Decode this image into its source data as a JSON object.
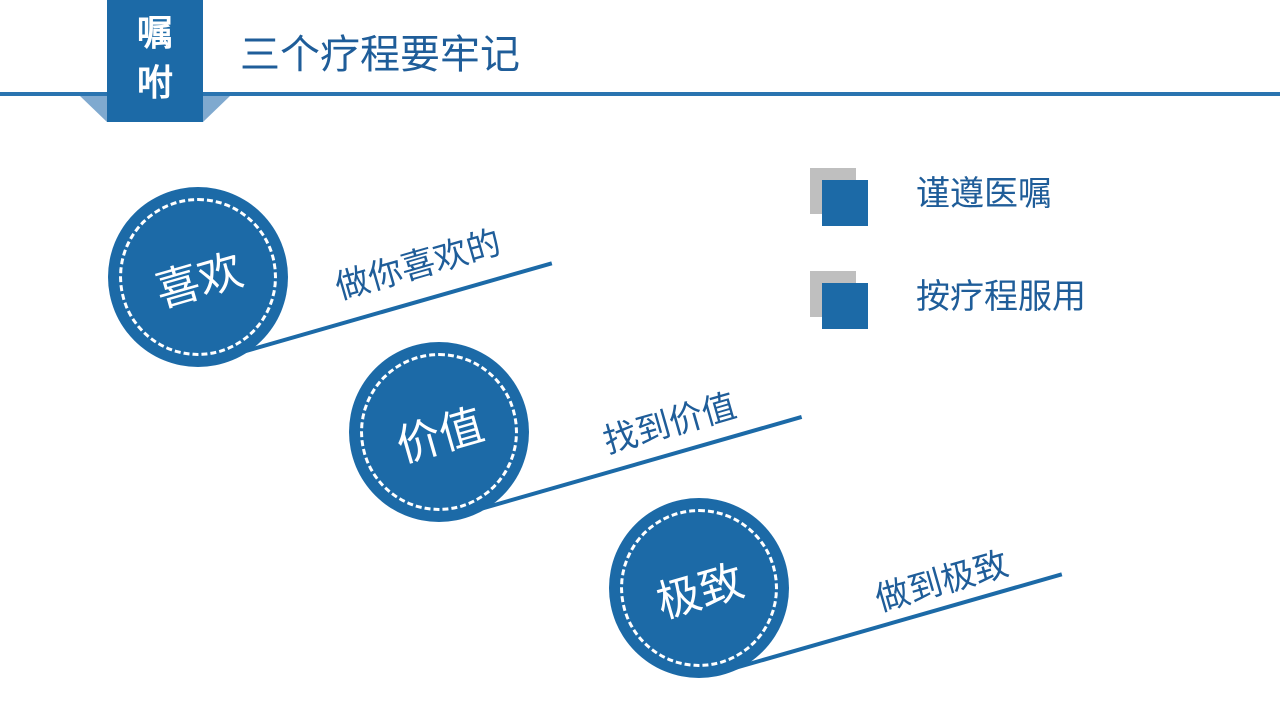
{
  "header": {
    "tab_chars": [
      "嘱",
      "咐"
    ],
    "title": "三个疗程要牢记"
  },
  "reminders": [
    {
      "label": "谨遵医嘱"
    },
    {
      "label": "按疗程服用"
    }
  ],
  "steps": [
    {
      "circle": "喜欢",
      "caption": "做你喜欢的"
    },
    {
      "circle": "价值",
      "caption": "找到价值"
    },
    {
      "circle": "极致",
      "caption": "做到极致"
    }
  ],
  "colors": {
    "primary": "#1c6aa7",
    "text": "#1f5d99",
    "gray": "#bfbfbf",
    "fold": "#7fa9cf"
  }
}
